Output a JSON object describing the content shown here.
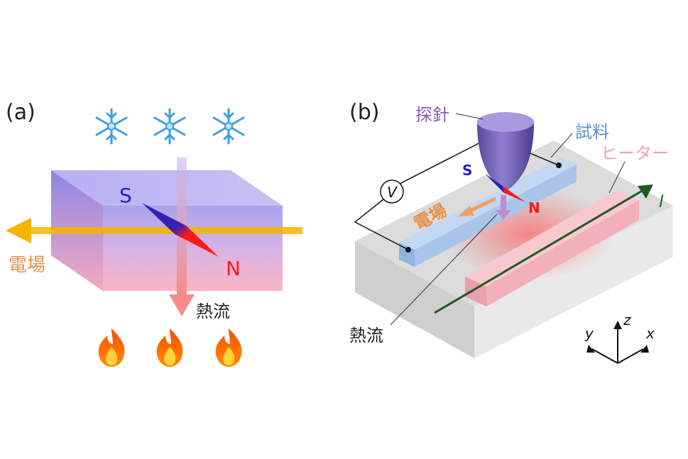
{
  "panel_a": {
    "tag": "(a)",
    "south_label": "S",
    "north_label": "N",
    "field_label": "電場",
    "heat_label": "熱流",
    "icons": [
      "snowflake-icon",
      "snowflake-icon",
      "snowflake-icon",
      "fire-icon",
      "fire-icon",
      "fire-icon"
    ]
  },
  "panel_b": {
    "tag": "(b)",
    "probe_label": "探針",
    "sample_label": "試料",
    "heater_label": "ヒーター",
    "voltmeter_label": "V",
    "current_label": "I",
    "south_label": "S",
    "north_label": "N",
    "field_label": "電場",
    "heat_label": "熱流",
    "axes": {
      "z": "z",
      "y": "y",
      "x": "x"
    }
  },
  "colors": {
    "field_arrow": "#f5b400",
    "field_text": "#e8914a",
    "north": "#ff1a1a",
    "south": "#2a1fc0",
    "heat_arrow": "#f08a8a",
    "probe": "#7a6bb8",
    "sample": "#a9c6ea",
    "heater": "#f6b9c2",
    "current_line": "#1f5a1f",
    "probe_text": "#8a5ab0",
    "sample_text": "#5b8fd0",
    "heater_text": "#f2a0b0"
  }
}
